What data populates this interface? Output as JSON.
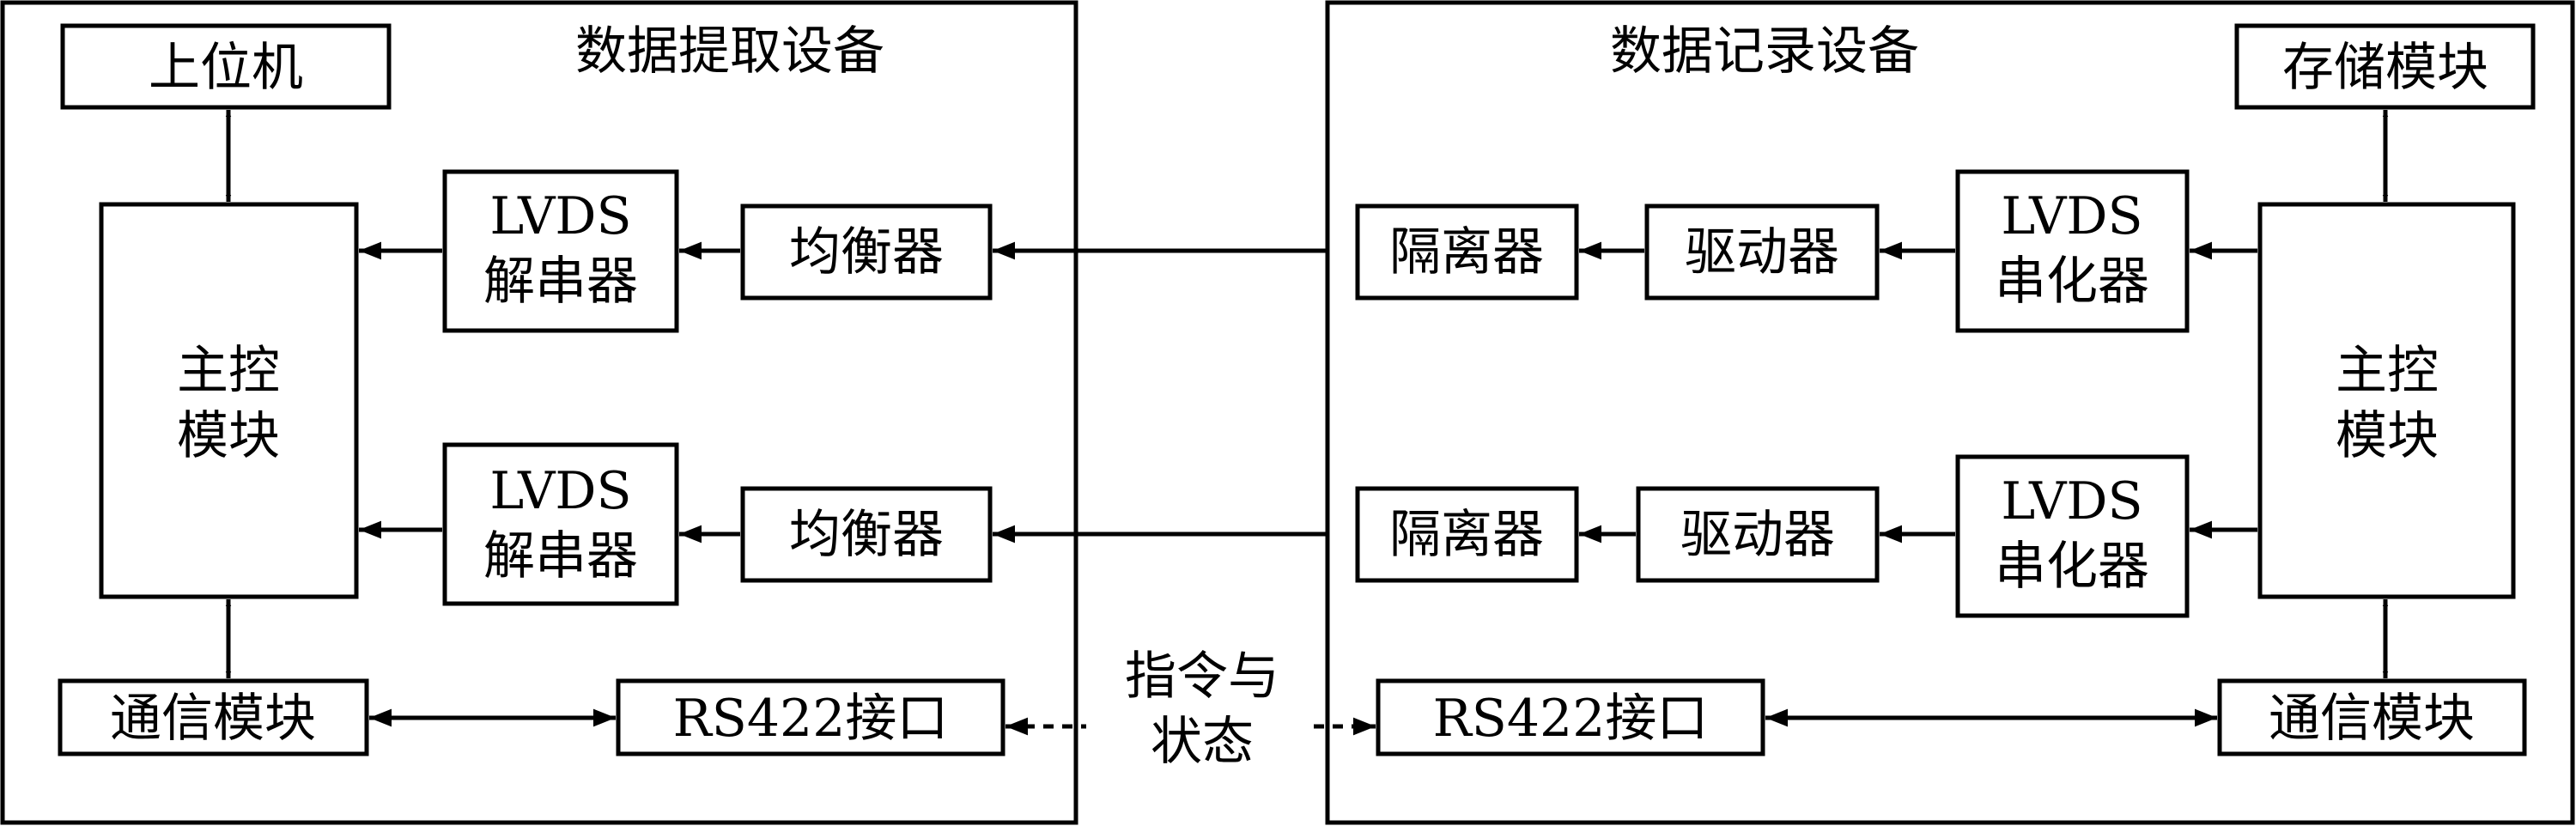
{
  "left_device": {
    "title": "数据提取设备",
    "host": "上位机",
    "main_control": [
      "主控",
      "模块"
    ],
    "deserializer_1": [
      "LVDS",
      "解串器"
    ],
    "deserializer_2": [
      "LVDS",
      "解串器"
    ],
    "equalizer_1": "均衡器",
    "equalizer_2": "均衡器",
    "comm_module": "通信模块",
    "rs422": "RS422接口"
  },
  "right_device": {
    "title": "数据记录设备",
    "storage": "存储模块",
    "main_control": [
      "主控",
      "模块"
    ],
    "serializer_1": [
      "LVDS",
      "串化器"
    ],
    "serializer_2": [
      "LVDS",
      "串化器"
    ],
    "driver_1": "驱动器",
    "driver_2": "驱动器",
    "isolator_1": "隔离器",
    "isolator_2": "隔离器",
    "comm_module": "通信模块",
    "rs422": "RS422接口"
  },
  "link_label": [
    "指令与",
    "状态"
  ]
}
